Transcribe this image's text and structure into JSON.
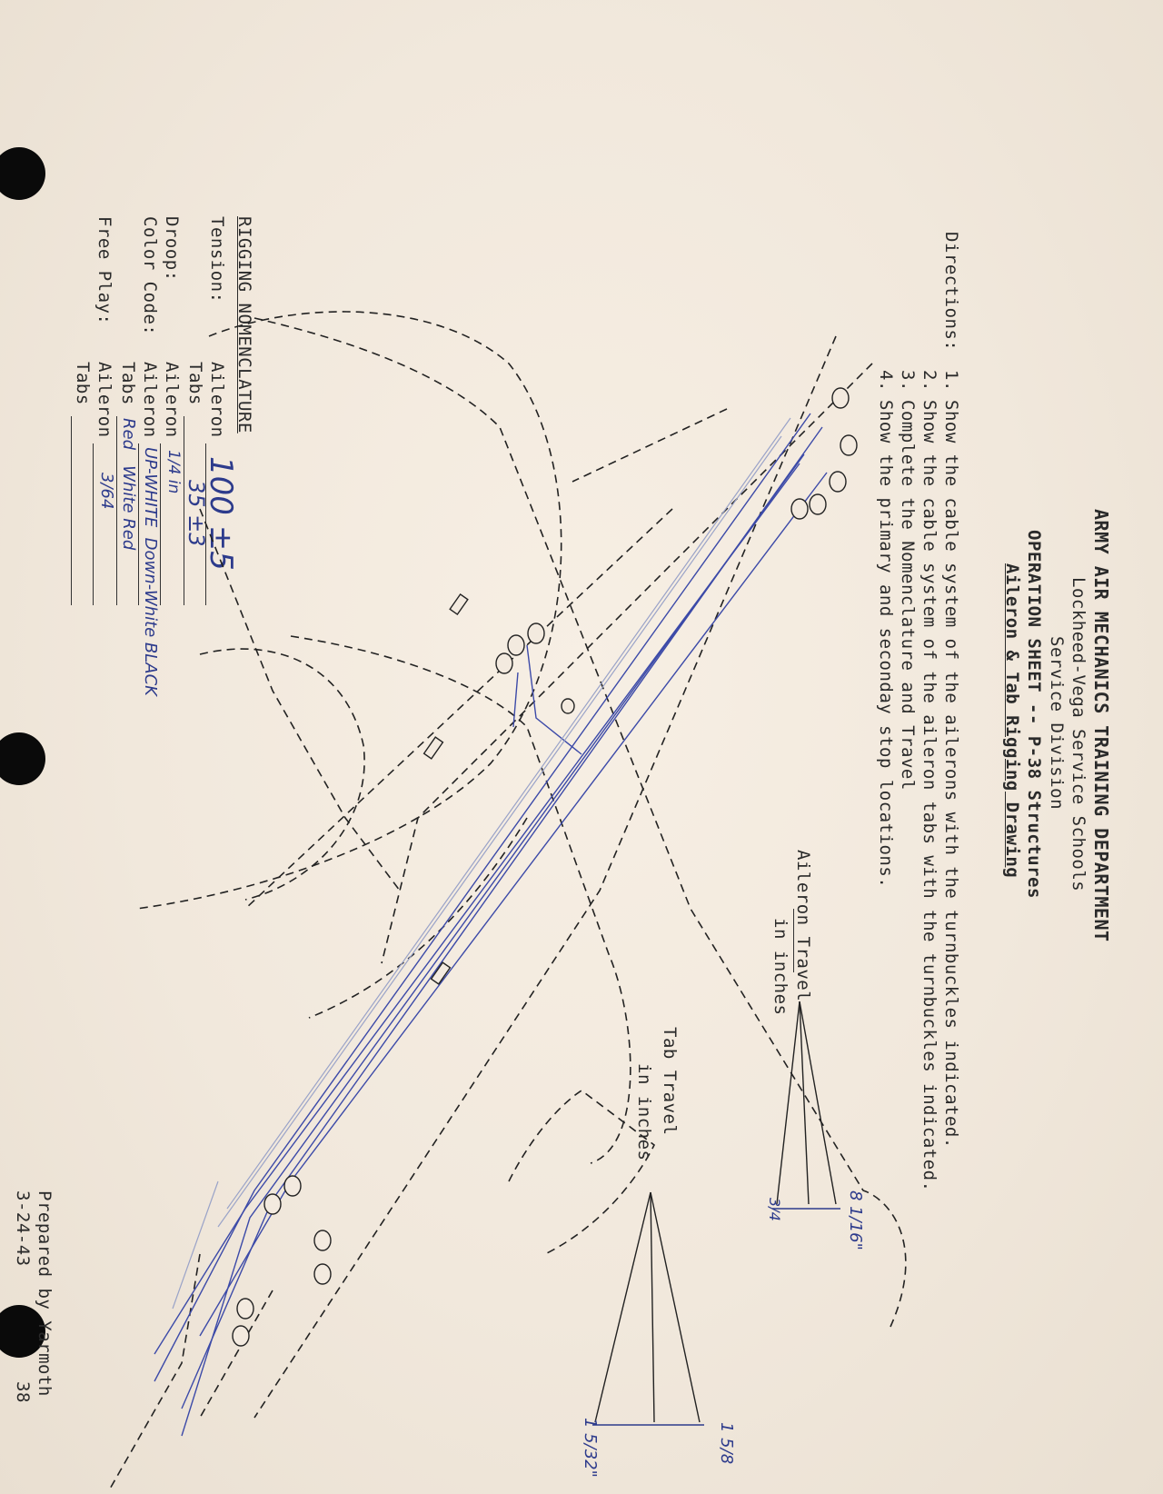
{
  "header": {
    "department": "ARMY AIR MECHANICS TRAINING DEPARTMENT",
    "school": "Lockheed-Vega Service Schools",
    "division": "Service Division",
    "sheet": "OPERATION SHEET -- P-38 Structures",
    "subtitle": "Aileron & Tab Rigging Drawing"
  },
  "directions": {
    "label": "Directions:",
    "items": [
      {
        "num": "1.",
        "text": "Show the cable system of the ailerons with the turnbuckles indicated."
      },
      {
        "num": "2.",
        "text": "Show the cable system of the aileron tabs with the turnbuckles indicated."
      },
      {
        "num": "3.",
        "text": "Complete the Nomenclature and Travel"
      },
      {
        "num": "4.",
        "text": "Show the primary and seconday stop locations."
      }
    ]
  },
  "nomenclature": {
    "title": "RIGGING NOMENCLATURE",
    "tension_label": "Tension:",
    "tension_aileron_label": "Aileron",
    "tension_aileron_value": "100 ±5",
    "tension_tabs_label": "Tabs",
    "tension_tabs_value": "35 ±3",
    "droop_label": "Droop:",
    "droop_aileron_label": "Aileron",
    "droop_aileron_value": "1/4 in",
    "color_label": "Color Code:",
    "color_aileron_label": "Aileron",
    "color_aileron_value": "UP-WHITE  Down-White BLACK",
    "color_tabs_label": "Tabs",
    "color_tabs_value": "Red   White Red",
    "freeplay_label": "Free Play:",
    "freeplay_aileron_label": "Aileron",
    "freeplay_aileron_value": "3/64",
    "freeplay_tabs_label": "Tabs",
    "freeplay_tabs_value": ""
  },
  "aileron_travel": {
    "title": "Aileron Travel",
    "units": "in inches",
    "up_value": "8 1/16\"",
    "down_value": "3/4"
  },
  "tab_travel": {
    "title": "Tab Travel",
    "units": "in inches",
    "up_value": "1 5/8",
    "down_value": "1 5/32\""
  },
  "footer": {
    "prepared_by": "Prepared by Yarmoth",
    "date": "3-24-43",
    "page_ref": "38"
  },
  "colors": {
    "paper": "#f3eadf",
    "ink_typed": "#2a2a2a",
    "ink_pen": "#2d3b8c",
    "pencil": "#9aa3c8"
  }
}
